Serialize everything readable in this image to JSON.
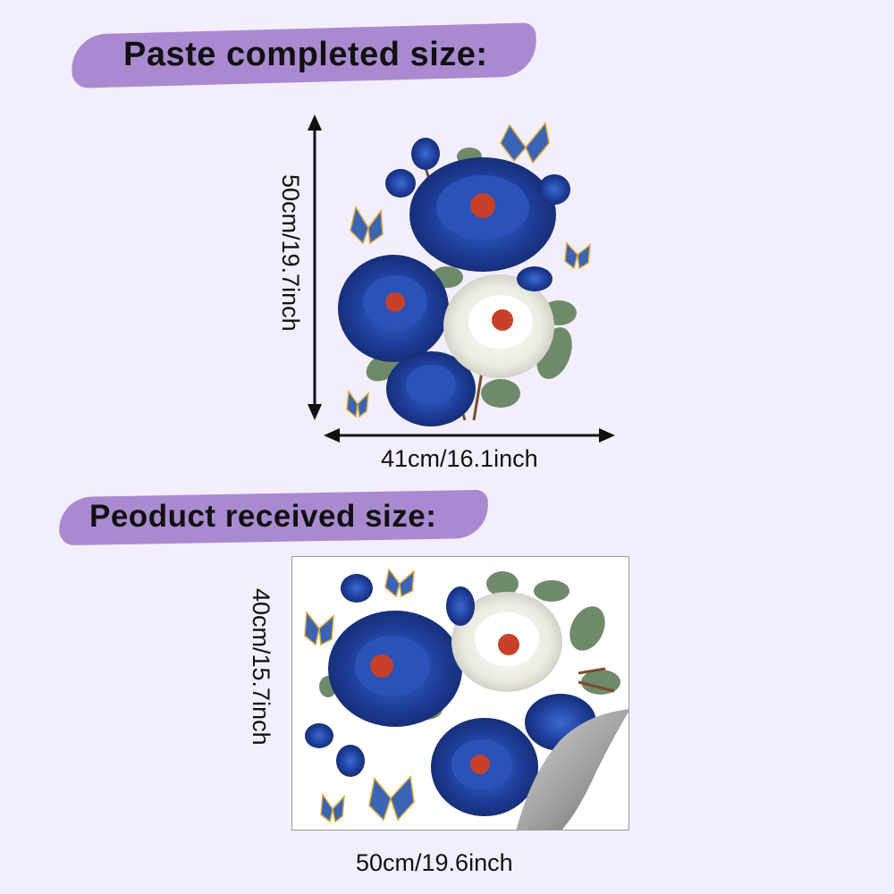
{
  "section_completed": {
    "heading": "Paste completed size:",
    "height_label": "50cm/19.7inch",
    "width_label": "41cm/16.1inch"
  },
  "section_received": {
    "heading": "Peoduct received size:",
    "height_label": "40cm/15.7inch",
    "width_label": "50cm/19.6inch"
  },
  "colors": {
    "background": "#f3eefb",
    "brush": "#a98ad0",
    "peony_blue": "#1f3f9c",
    "peony_center": "#c6402a",
    "peony_white": "#f1efe6",
    "leaf": "#6f8a6a",
    "butterfly": "#3a64b4"
  },
  "icons": [
    "double-arrow-icon",
    "peony-illustration",
    "butterfly-icon",
    "peel-corner-icon"
  ]
}
